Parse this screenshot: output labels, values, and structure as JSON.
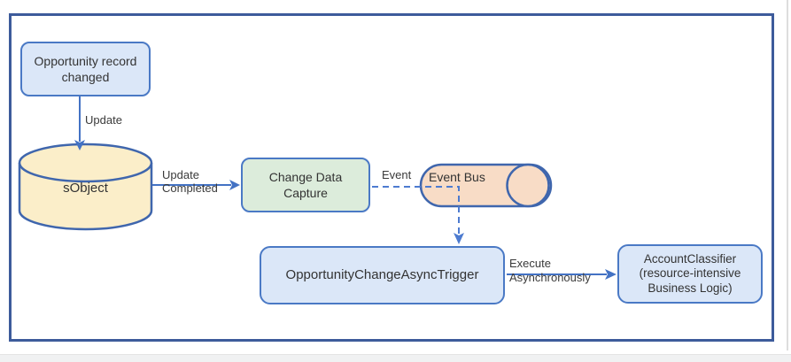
{
  "diagram": {
    "title_context": "Change Data Capture async trigger flow",
    "nodes": {
      "opportunity": {
        "label": "Opportunity record changed",
        "shape": "rounded-rect",
        "fill": "#dbe7f8"
      },
      "sobject": {
        "label": "sObject",
        "shape": "cylinder",
        "fill": "#fbeec9"
      },
      "cdc": {
        "label": "Change Data Capture",
        "shape": "rounded-rect",
        "fill": "#dcecdb"
      },
      "event_bus": {
        "label": "Event Bus",
        "shape": "horizontal-cylinder",
        "fill": "#f8dcc6"
      },
      "trigger": {
        "label": "OpportunityChangeAsyncTrigger",
        "shape": "rounded-rect",
        "fill": "#dbe7f8"
      },
      "classifier": {
        "label": "AccountClassifier (resource-intensive Business Logic)",
        "shape": "rounded-rect",
        "fill": "#dbe7f8"
      }
    },
    "edges": {
      "update": {
        "label": "Update",
        "from": "opportunity",
        "to": "sobject",
        "style": "solid"
      },
      "update_completed": {
        "line1": "Update",
        "line2": "Completed",
        "from": "sobject",
        "to": "cdc",
        "style": "solid"
      },
      "event": {
        "label": "Event",
        "from": "cdc",
        "to": "event_bus",
        "style": "dashed"
      },
      "bus_to_trigger": {
        "label": "",
        "from": "event_bus",
        "to": "trigger",
        "style": "dashed"
      },
      "execute": {
        "line1": "Execute",
        "line2": "Asynchronously",
        "from": "trigger",
        "to": "classifier",
        "style": "solid"
      }
    },
    "colors": {
      "frame_border": "#3d5b9b",
      "node_border": "#4a79c5",
      "arrow": "#4372c4",
      "node_blue_fill": "#dbe7f8",
      "node_green_fill": "#dcecdb",
      "cylinder_fill": "#fbeec9",
      "event_bus_fill": "#f8dcc6",
      "text": "#333333",
      "bottom_bar": "#f0f1f2"
    }
  }
}
